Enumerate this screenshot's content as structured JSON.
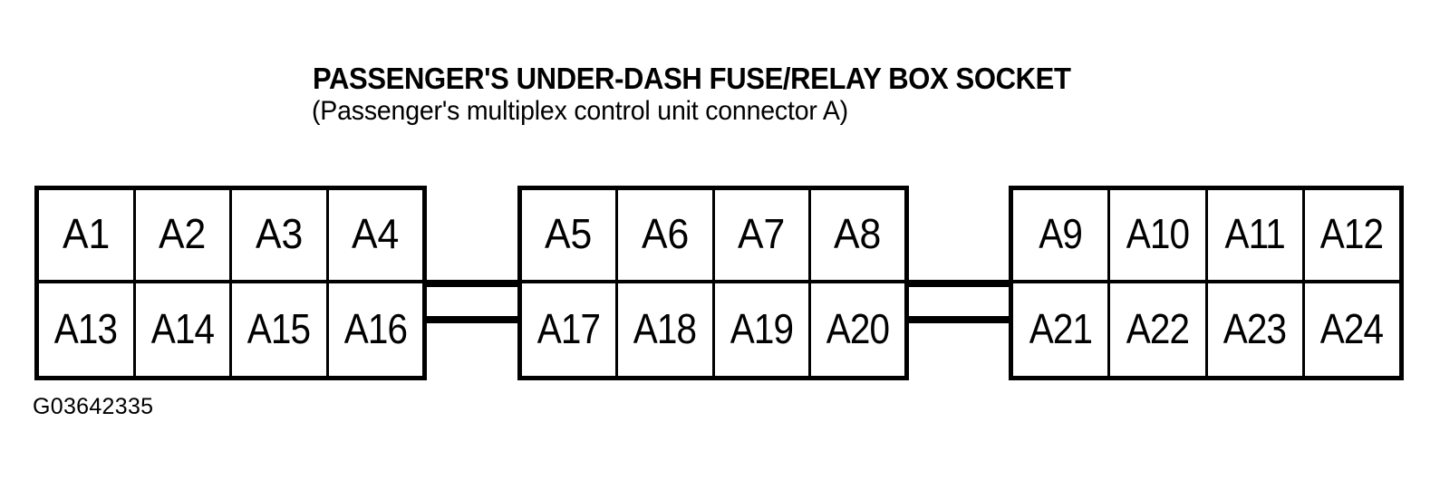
{
  "diagram": {
    "title": "PASSENGER'S UNDER-DASH FUSE/RELAY BOX SOCKET",
    "subtitle": "(Passenger's multiplex control unit connector A)",
    "reference_code": "G03642335",
    "line_color": "#000000",
    "background_color": "#ffffff",
    "blocks": [
      {
        "id": "block-1",
        "top_row": [
          "A1",
          "A2",
          "A3",
          "A4"
        ],
        "bottom_row": [
          "A13",
          "A14",
          "A15",
          "A16"
        ]
      },
      {
        "id": "block-2",
        "top_row": [
          "A5",
          "A6",
          "A7",
          "A8"
        ],
        "bottom_row": [
          "A17",
          "A18",
          "A19",
          "A20"
        ]
      },
      {
        "id": "block-3",
        "top_row": [
          "A9",
          "A10",
          "A11",
          "A12"
        ],
        "bottom_row": [
          "A21",
          "A22",
          "A23",
          "A24"
        ]
      }
    ],
    "bridges": [
      {
        "id": "bridge-1",
        "connects": [
          "block-1",
          "block-2"
        ]
      },
      {
        "id": "bridge-2",
        "connects": [
          "block-2",
          "block-3"
        ]
      }
    ]
  }
}
